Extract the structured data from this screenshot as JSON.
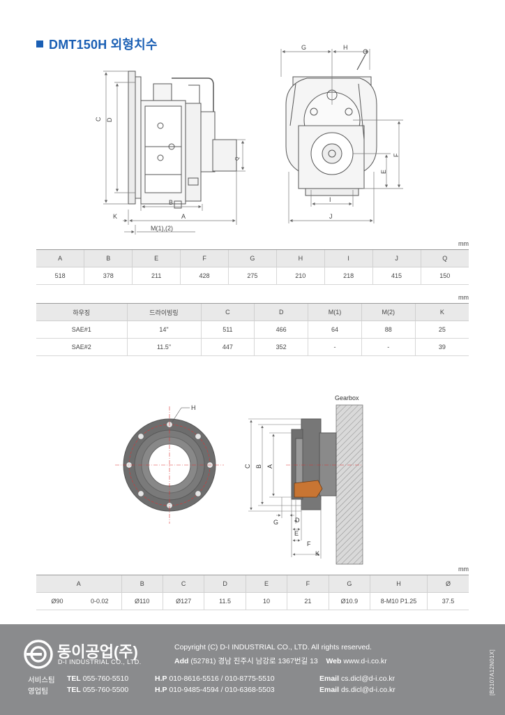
{
  "title": "DMT150H 외형치수",
  "unit": "mm",
  "dimension_labels": {
    "side_view": [
      "C",
      "D",
      "K",
      "B",
      "A",
      "M(1),(2)",
      "Q"
    ],
    "front_view": [
      "G",
      "H",
      "E",
      "F",
      "I",
      "J"
    ],
    "coupling_front": [
      "H"
    ],
    "coupling_side": [
      "Gearbox",
      "C",
      "B",
      "A",
      "G",
      "D",
      "E",
      "F",
      "K"
    ]
  },
  "table1": {
    "headers": [
      "A",
      "B",
      "E",
      "F",
      "G",
      "H",
      "I",
      "J",
      "Q"
    ],
    "rows": [
      [
        "518",
        "378",
        "211",
        "428",
        "275",
        "210",
        "218",
        "415",
        "150"
      ]
    ]
  },
  "table2": {
    "headers": [
      "하우징",
      "드라이빙링",
      "C",
      "D",
      "M(1)",
      "M(2)",
      "K"
    ],
    "rows": [
      [
        "SAE#1",
        "14\"",
        "511",
        "466",
        "64",
        "88",
        "25"
      ],
      [
        "SAE#2",
        "11.5\"",
        "447",
        "352",
        "-",
        "-",
        "39"
      ]
    ]
  },
  "table3": {
    "headers": [
      "A",
      "B",
      "C",
      "D",
      "E",
      "F",
      "G",
      "H",
      "Ø"
    ],
    "row": [
      "Ø90",
      "0-0.02",
      "Ø110",
      "Ø127",
      "11.5",
      "10",
      "21",
      "Ø10.9",
      "8-M10 P1.25",
      "37.5"
    ]
  },
  "footer": {
    "company_kr": "동이공업(주)",
    "company_en": "D-I INDUSTRIAL CO., LTD.",
    "copyright": "Copyright (C) D-I INDUSTRIAL CO., LTD. All rights reserved.",
    "add_label": "Add",
    "address": "(52781) 경남 진주시 남강로 1367번길 13",
    "web_label": "Web",
    "web": "www.d-i.co.kr",
    "service_team": "서비스팀",
    "sales_team": "영업팀",
    "tel_label": "TEL",
    "hp_label": "H.P",
    "email_label": "Email",
    "service_tel": "055-760-5510",
    "service_hp": "010-8616-5516 / 010-8775-5510",
    "service_email": "cs.dicl@d-i.co.kr",
    "sales_tel": "055-760-5500",
    "sales_hp": "010-9485-4594 / 010-6368-5503",
    "sales_email": "ds.dicl@d-i.co.kr",
    "doc_code": "[B2107A12N01X]"
  }
}
